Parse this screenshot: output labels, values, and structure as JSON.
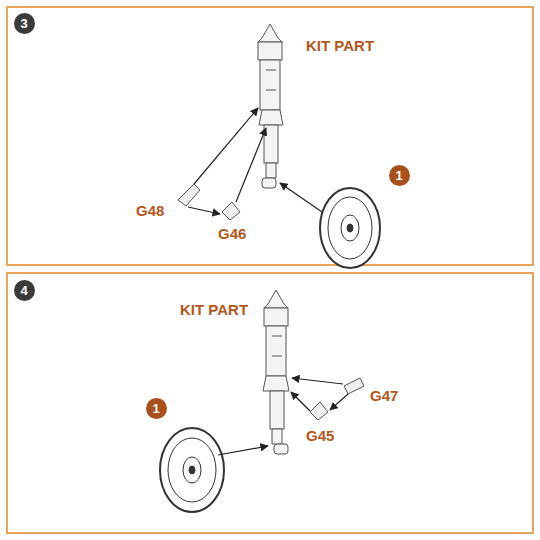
{
  "diagram": {
    "nodes": [
      {
        "text": [
          "3"
        ]
      },
      {
        "text": [
          "1"
        ]
      },
      {
        "text": [
          "4"
        ]
      },
      {
        "text": [
          "1"
        ]
      }
    ],
    "labels": [
      "KIT PART",
      "G48",
      "G46",
      "KIT PART",
      "G47",
      "G45"
    ]
  }
}
